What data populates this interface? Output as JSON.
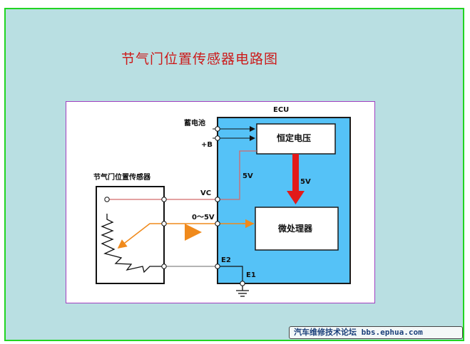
{
  "title": "节气门位置传感器电路图",
  "ecu": {
    "label": "ECU",
    "constant_voltage_box": "恒定电压",
    "microprocessor_box": "微处理器",
    "internal_5v_label": "5V"
  },
  "sensor": {
    "label": "节气门位置传感器"
  },
  "terminals": {
    "battery": "蓄电池",
    "plus_b": "+B",
    "vc": "VC",
    "signal": "0～5V",
    "e2": "E2",
    "e1": "E1"
  },
  "vc_line_voltage": "5V",
  "footer": {
    "brand": "汽车维修技术论坛",
    "url": "bbs.ephua.com"
  },
  "colors": {
    "frame_border": "#22d422",
    "background": "#b9dfe2",
    "ecu_fill": "#55c2f7",
    "signal_arrow": "#f08a1c",
    "internal_arrow": "#e21a1a",
    "vc_wire": "#d46a6a",
    "title": "#cc1a1a"
  }
}
